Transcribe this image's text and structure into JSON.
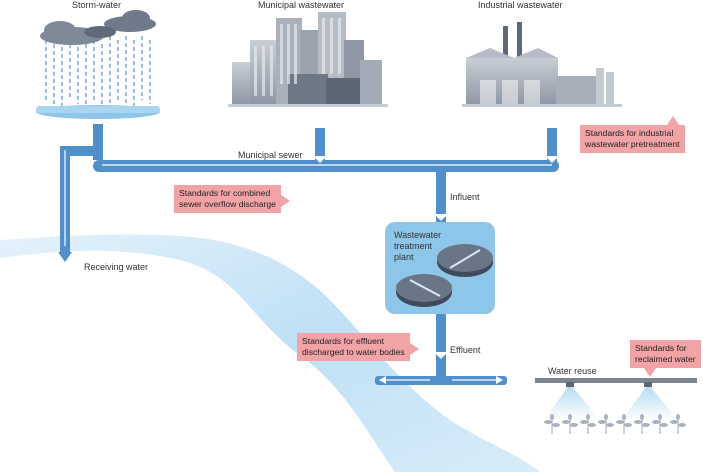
{
  "labels": {
    "stormwater": "Storm-water",
    "municipal_wastewater": "Municipal wastewater",
    "industrial_wastewater": "Industrial wastewater",
    "municipal_sewer": "Municipal sewer",
    "influent": "Influent",
    "receiving_water": "Receiving water",
    "treatment_plant_line1": "Wastewater",
    "treatment_plant_line2": "treatment",
    "treatment_plant_line3": "plant",
    "effluent": "Effluent",
    "water_reuse": "Water reuse"
  },
  "standards": {
    "industrial_line1": "Standards for industrial",
    "industrial_line2": "wastewater pretreatment",
    "cso_line1": "Standards for combined",
    "cso_line2": "sewer overflow discharge",
    "effluent_line1": "Standards for effluent",
    "effluent_line2": "discharged to water bodies",
    "reclaimed_line1": "Standards for",
    "reclaimed_line2": "reclaimed water"
  },
  "colors": {
    "pipe": "#4f8fcb",
    "pipe_light": "#cfe3f4",
    "river": "#bfe0f5",
    "standard_box": "#f2a3a6",
    "plant_box": "#8ec6ea",
    "building": "#9aa3b0"
  }
}
